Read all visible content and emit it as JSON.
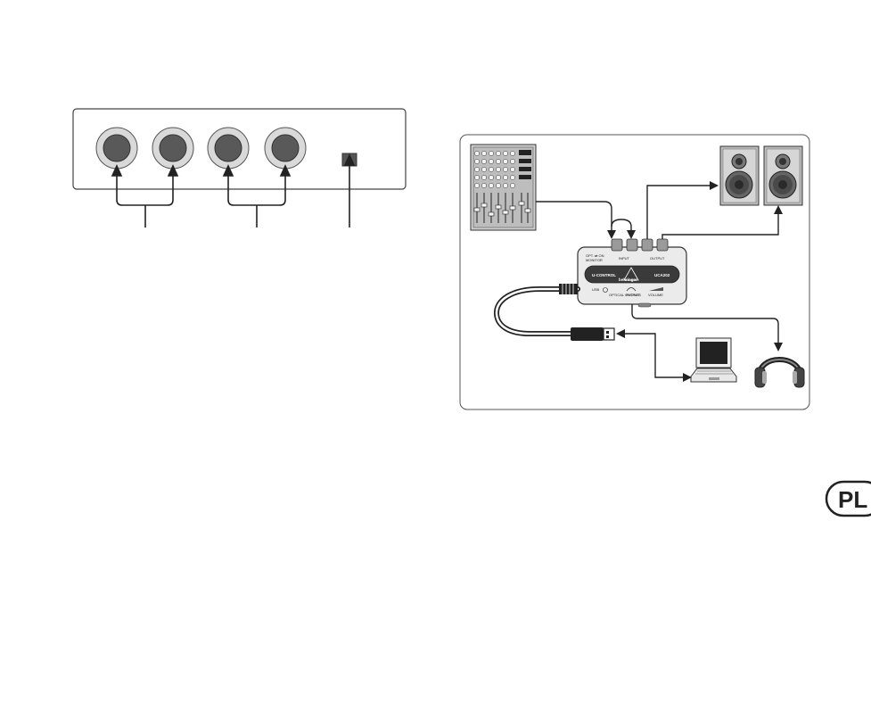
{
  "language_badge": "PL",
  "device": {
    "brand": "behringer",
    "product": "U-CONTROL",
    "model": "UCA202",
    "labels": {
      "optical_out_switch": "OPT. ⇄ ON",
      "monitor": "MONITOR",
      "input": "INPUT",
      "output": "OUTPUT",
      "usb": "USB",
      "optical_output": "OPTICAL OUTPUT",
      "phones": "PHONES",
      "volume": "VOLUME"
    }
  },
  "colors": {
    "line": "#222222",
    "jack_outer": "#d9d9d9",
    "jack_inner": "#595959",
    "panel_stroke": "#444444"
  },
  "icons": [
    "mixer-icon",
    "studio-monitor-icon",
    "laptop-icon",
    "headphones-icon",
    "usb-plug-icon"
  ]
}
